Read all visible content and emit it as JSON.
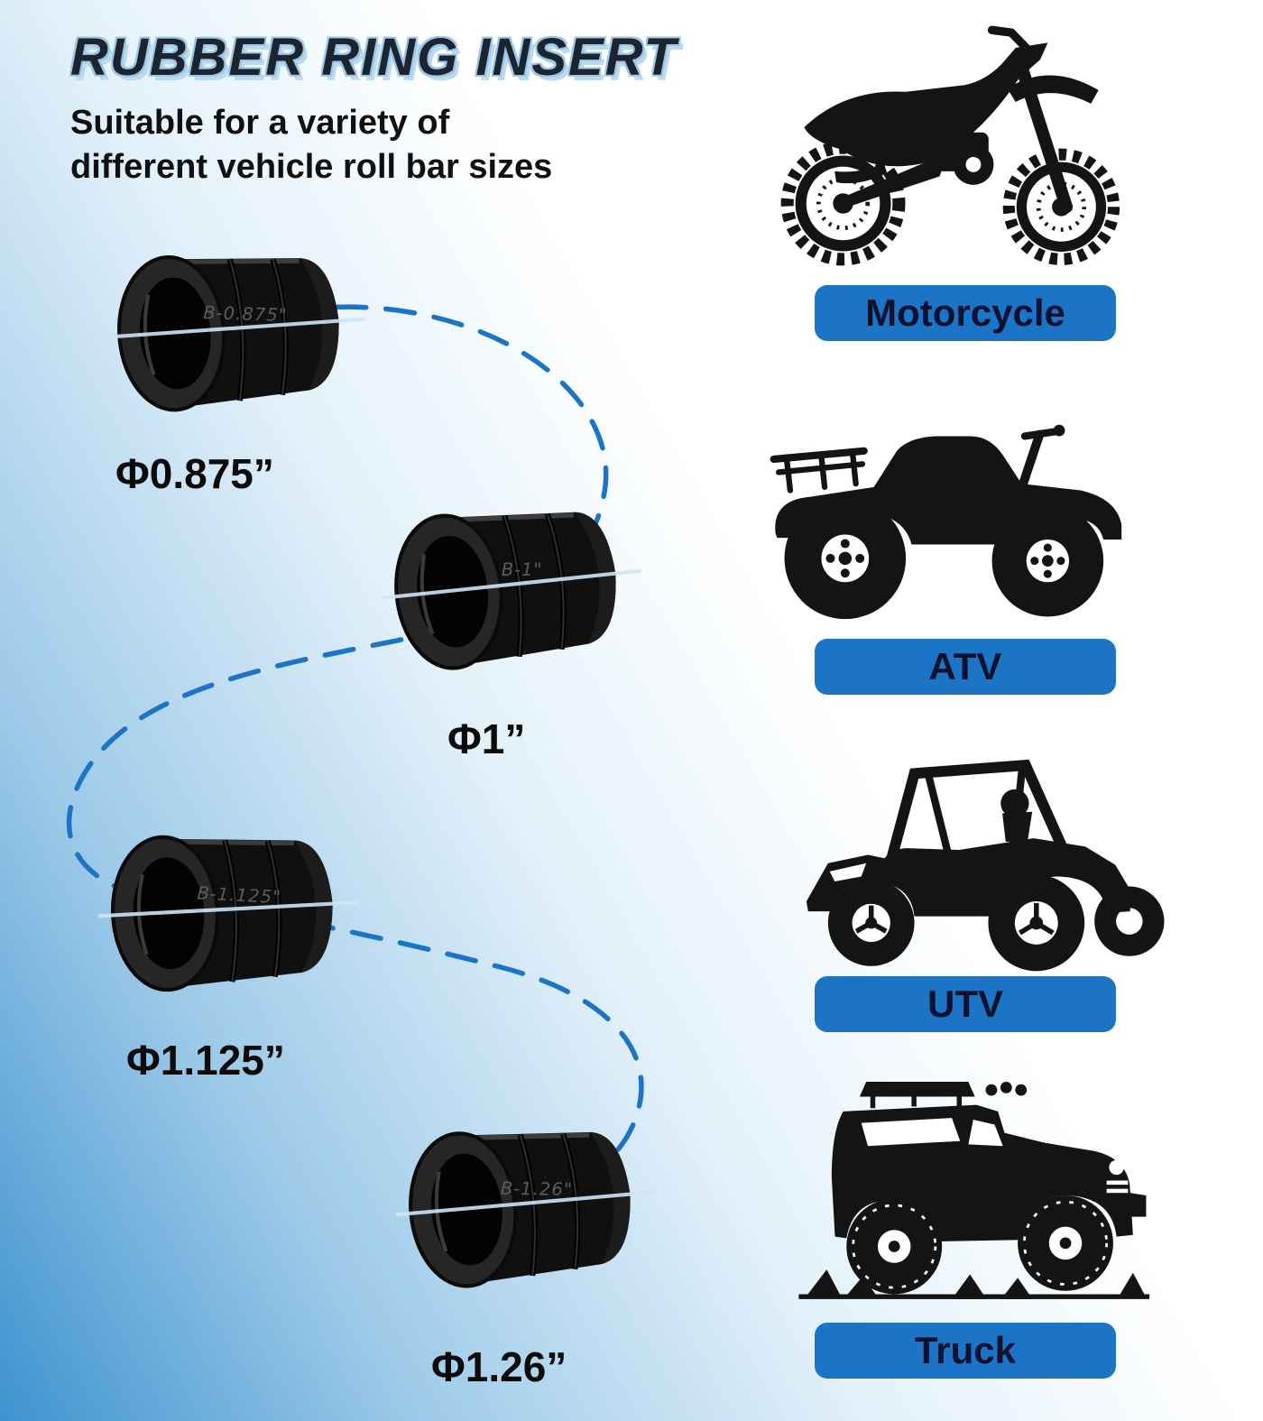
{
  "page": {
    "title": "RUBBER RING INSERT",
    "subtitle_line1": "Suitable for a variety of",
    "subtitle_line2": "different vehicle roll bar sizes"
  },
  "rings": [
    {
      "engraving": "B-0.875\"",
      "caption": "Φ0.875”"
    },
    {
      "engraving": "B-1\"",
      "caption": "Φ1”"
    },
    {
      "engraving": "B-1.125\"",
      "caption": "Φ1.125”"
    },
    {
      "engraving": "B-1.26\"",
      "caption": "Φ1.26”"
    }
  ],
  "vehicles": [
    {
      "label": "Motorcycle"
    },
    {
      "label": "ATV"
    },
    {
      "label": "UTV"
    },
    {
      "label": "Truck"
    }
  ],
  "colors": {
    "accent_blue": "#1b74c5",
    "label_text": "#0d1231",
    "background_blue": "#3e93cf",
    "silhouette_black": "#141414"
  }
}
